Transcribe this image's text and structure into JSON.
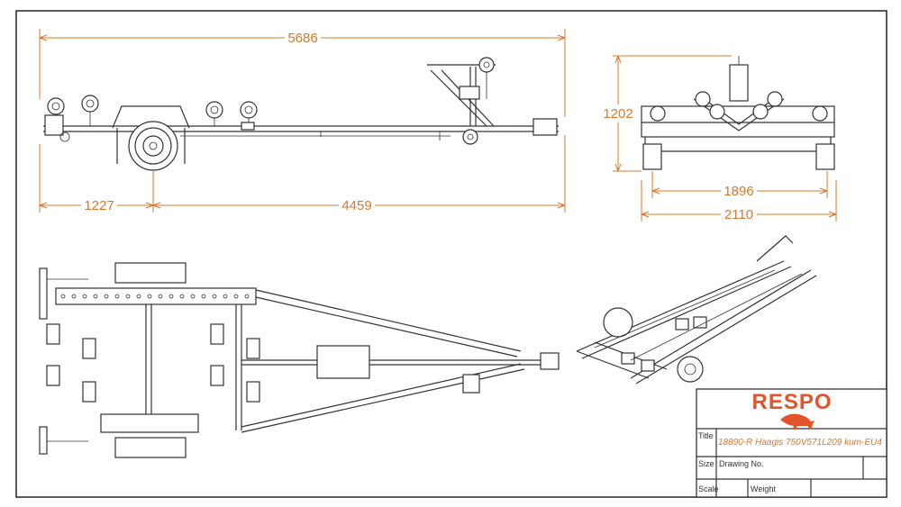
{
  "dimensions": {
    "total_length": "5686",
    "rear_to_axle": "1227",
    "axle_to_hitch": "4459",
    "height": "1202",
    "inner_width": "1896",
    "outer_width": "2110"
  },
  "title_block": {
    "brand": "RESPO",
    "title_label": "Title",
    "title_value": "18890-R Haagis 750V571L209 kum-EU4",
    "size_label": "Size",
    "drawing_no_label": "Drawing No.",
    "scale_label": "Scale",
    "weight_label": "Weight"
  },
  "colors": {
    "dimension": "#d9782d",
    "brand": "#e2542a",
    "line": "#333333"
  }
}
